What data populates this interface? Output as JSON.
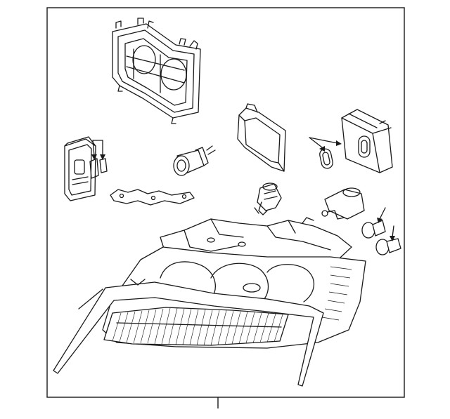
{
  "diagram": {
    "colors": {
      "line": "#1a1a1a",
      "background": "#ffffff"
    },
    "parts": [
      "headlamp-housing-back-frame",
      "ballast-control-module-left",
      "bulb-socket-connector",
      "mounting-bracket",
      "reflector-bracket",
      "halogen-bulb",
      "ballast-control-module-right",
      "gasket-seal",
      "level-actuator",
      "side-marker-bulb-upper",
      "side-marker-bulb-lower",
      "headlamp-assembly"
    ]
  }
}
